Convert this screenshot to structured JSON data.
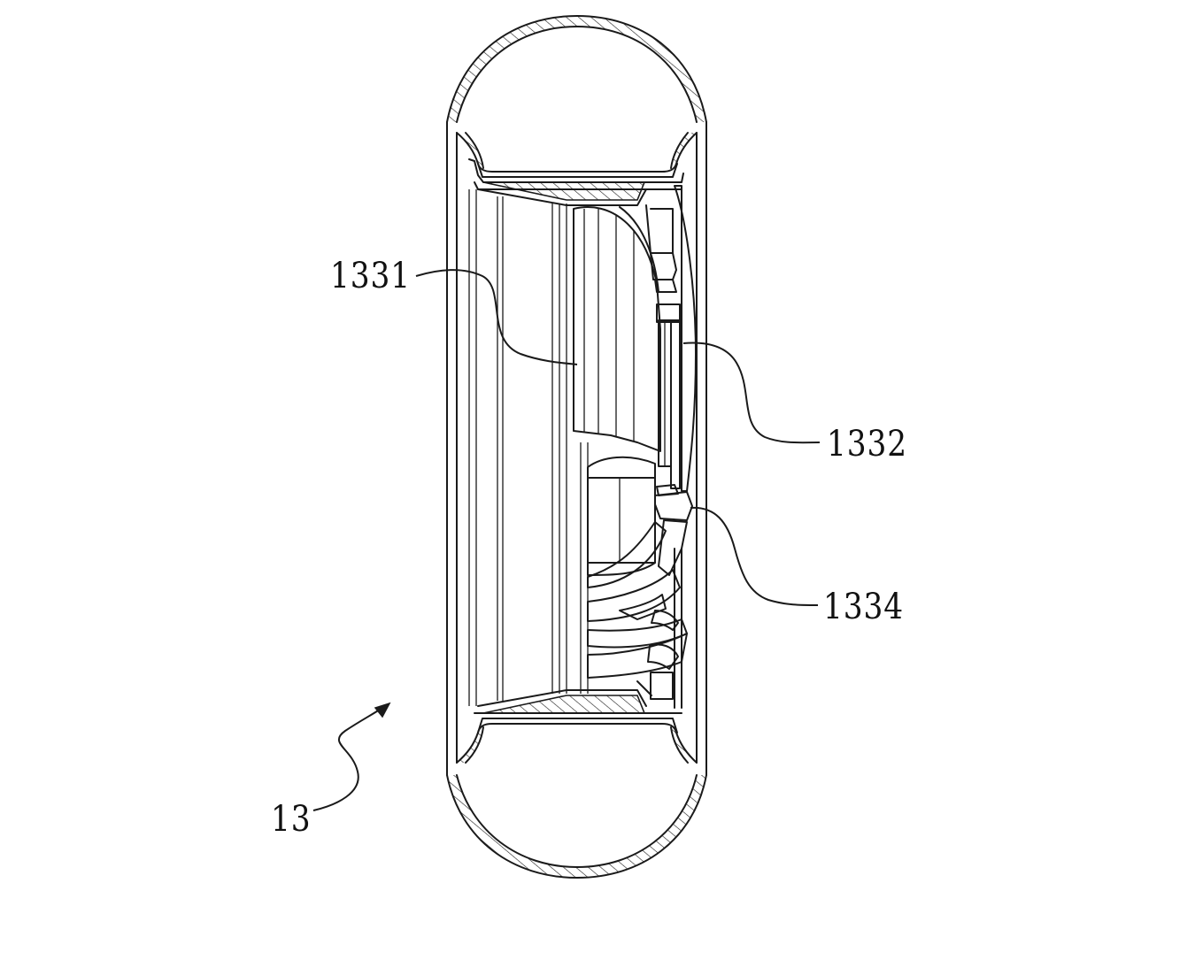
{
  "figure": {
    "labels": {
      "part_1331": "1331",
      "part_1332": "1332",
      "part_1334": "1334",
      "assembly_13": "13"
    },
    "ink_color": "#1a1a1a",
    "background_color": "#ffffff"
  }
}
